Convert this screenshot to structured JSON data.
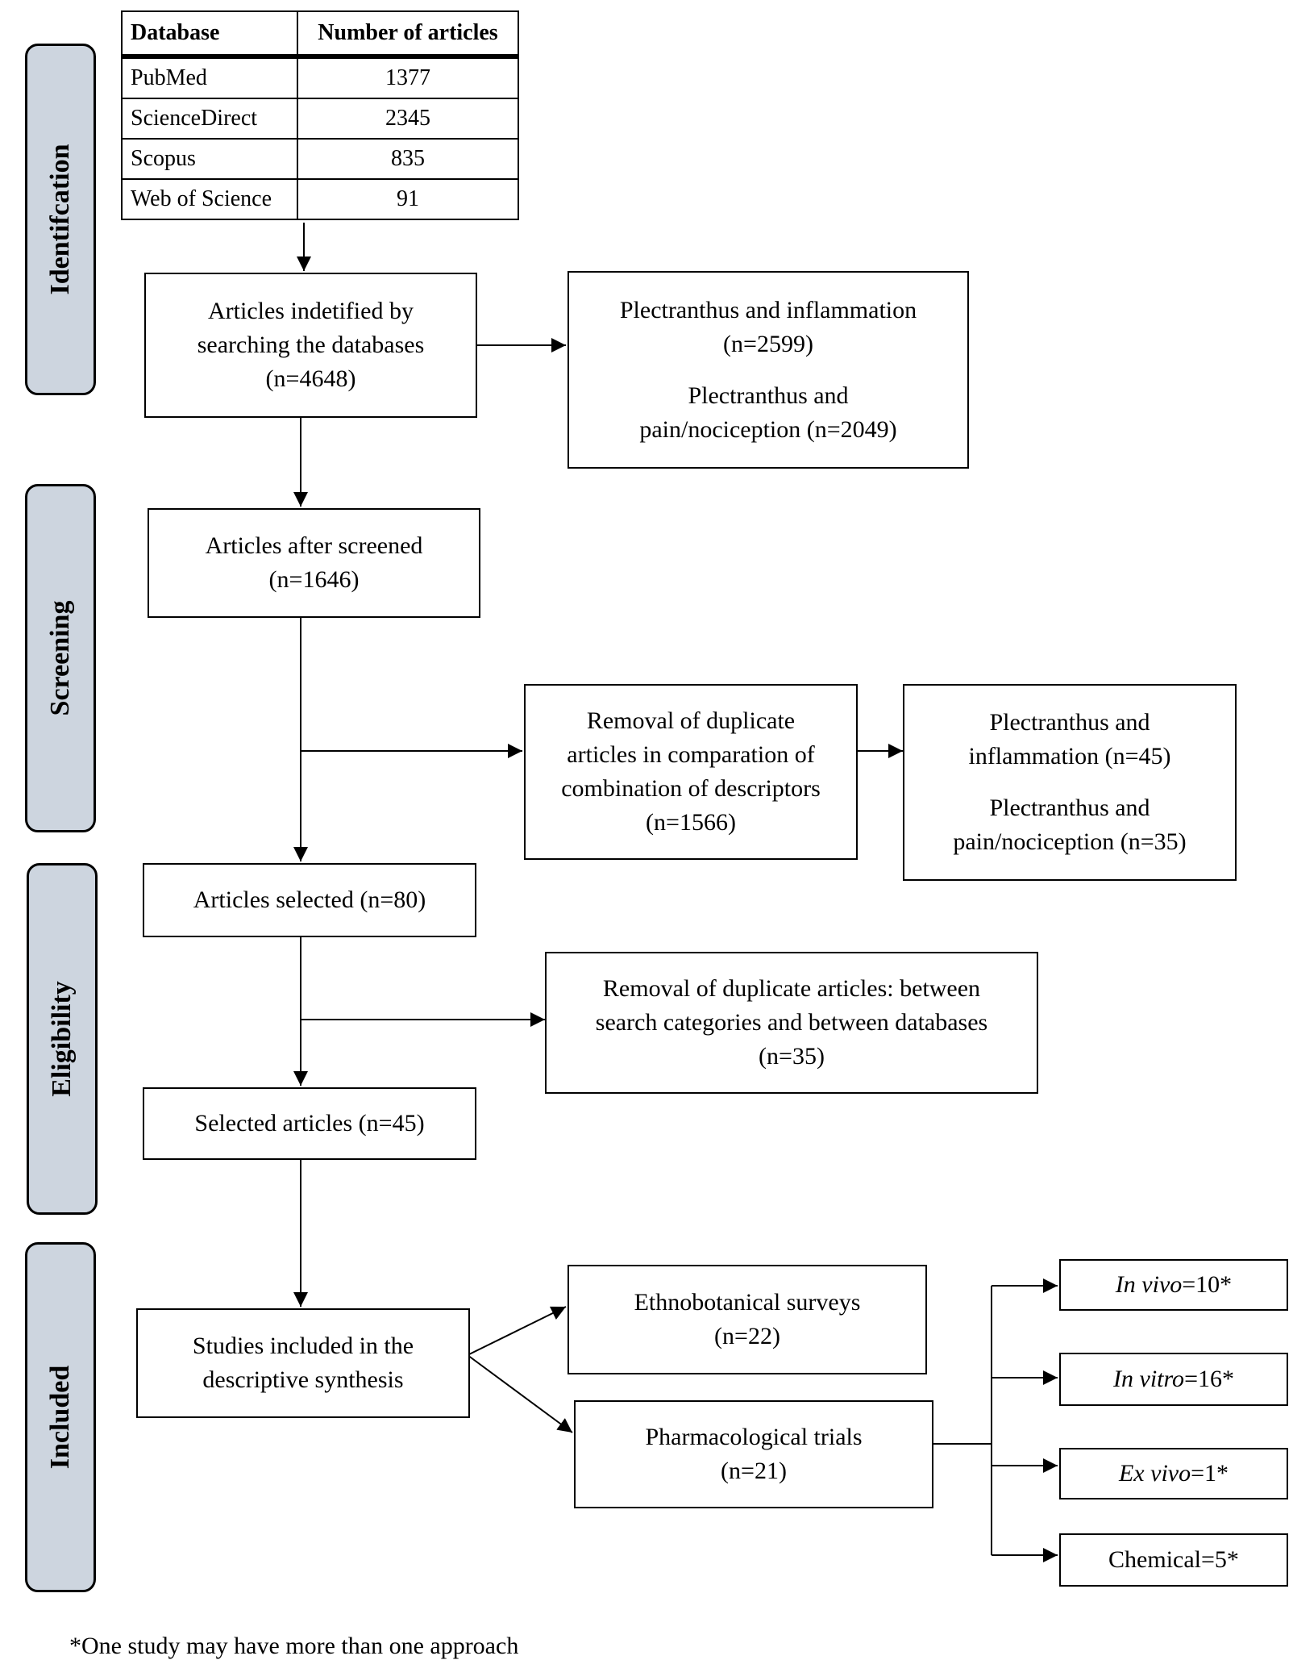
{
  "stages": [
    "Identifcation",
    "Screening",
    "Eligibility",
    "Included"
  ],
  "table": {
    "headers": [
      "Database",
      "Number of articles"
    ],
    "rows": [
      [
        "PubMed",
        "1377"
      ],
      [
        "ScienceDirect",
        "2345"
      ],
      [
        "Scopus",
        "835"
      ],
      [
        "Web of Science",
        "91"
      ]
    ]
  },
  "boxes": {
    "identified": {
      "lines": [
        "Articles indetified by",
        "searching the databases",
        "(n=4648)"
      ]
    },
    "search_split": {
      "group1": [
        "Plectranthus and inflammation",
        "(n=2599)"
      ],
      "group2": [
        "Plectranthus and",
        "pain/nociception (n=2049)"
      ]
    },
    "screened": {
      "lines": [
        "Articles after screened",
        "(n=1646)"
      ]
    },
    "removal_descriptors": {
      "lines": [
        "Removal of duplicate",
        "articles in comparation of",
        "combination of descriptors",
        "(n=1566)"
      ]
    },
    "descriptor_split": {
      "group1": [
        "Plectranthus and",
        "inflammation (n=45)"
      ],
      "group2": [
        "Plectranthus and",
        "pain/nociception (n=35)"
      ]
    },
    "selected80": {
      "lines": [
        "Articles selected (n=80)"
      ]
    },
    "removal_categories": {
      "lines": [
        "Removal of duplicate articles: between",
        "search categories and between databases",
        "(n=35)"
      ]
    },
    "selected45": {
      "lines": [
        "Selected articles (n=45)"
      ]
    },
    "included": {
      "lines": [
        "Studies included in the",
        "descriptive synthesis"
      ]
    },
    "ethno": {
      "lines": [
        "Ethnobotanical surveys",
        "(n=22)"
      ]
    },
    "pharma": {
      "lines": [
        "Pharmacological trials",
        "(n=21)"
      ]
    },
    "in_vivo": {
      "term": "In vivo",
      "value": "=10*"
    },
    "in_vitro": {
      "term": "In vitro",
      "value": "=16*"
    },
    "ex_vivo": {
      "term": "Ex vivo",
      "value": "=1*"
    },
    "chemical": {
      "label": "Chemical=5*"
    }
  },
  "footnote": "*One study may have more than one approach"
}
